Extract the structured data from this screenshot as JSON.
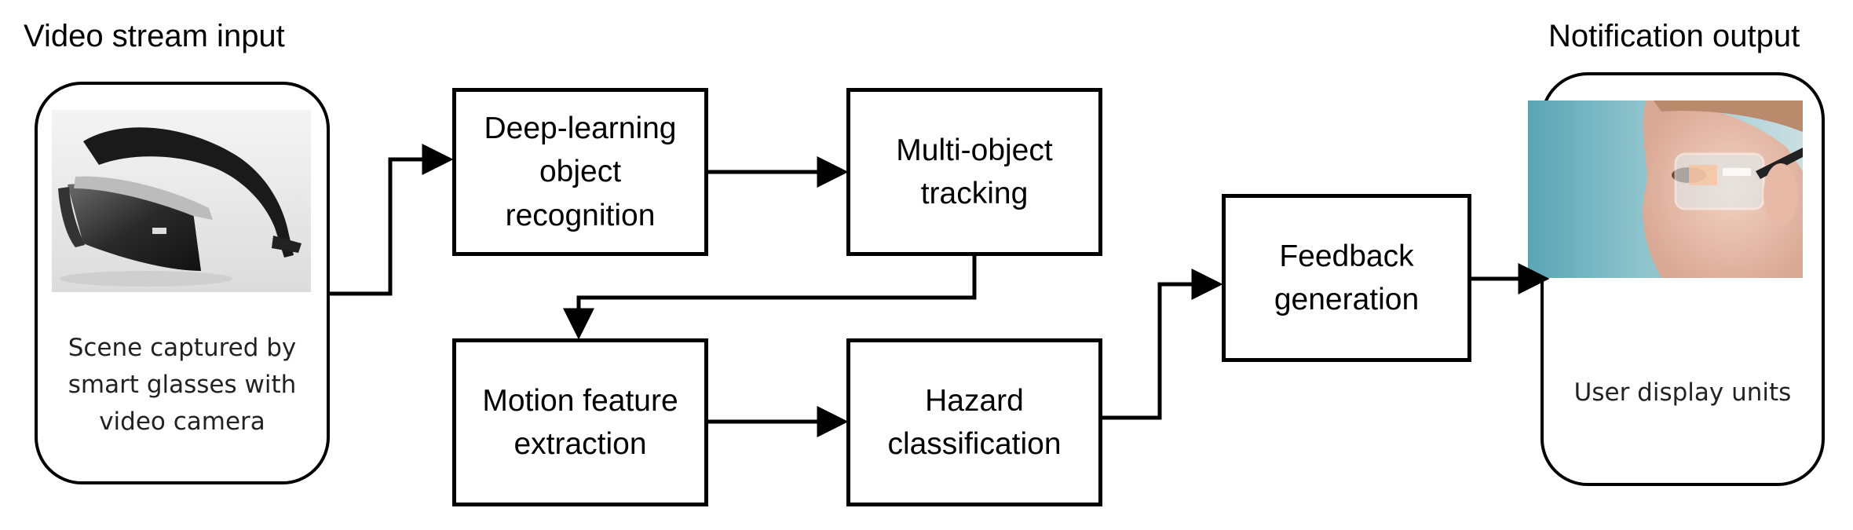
{
  "input": {
    "heading": "Video stream input",
    "caption": "Scene captured by\nsmart glasses with\nvideo camera",
    "image_icon": "smart-glasses-image"
  },
  "output": {
    "heading": "Notification output",
    "caption": "User display units",
    "image_icon": "user-wearing-glasses-image"
  },
  "steps": {
    "recognition": "Deep-learning\nobject\nrecognition",
    "tracking": "Multi-object\ntracking",
    "motion": "Motion feature\nextraction",
    "hazard": "Hazard\nclassification",
    "feedback": "Feedback\ngeneration"
  }
}
